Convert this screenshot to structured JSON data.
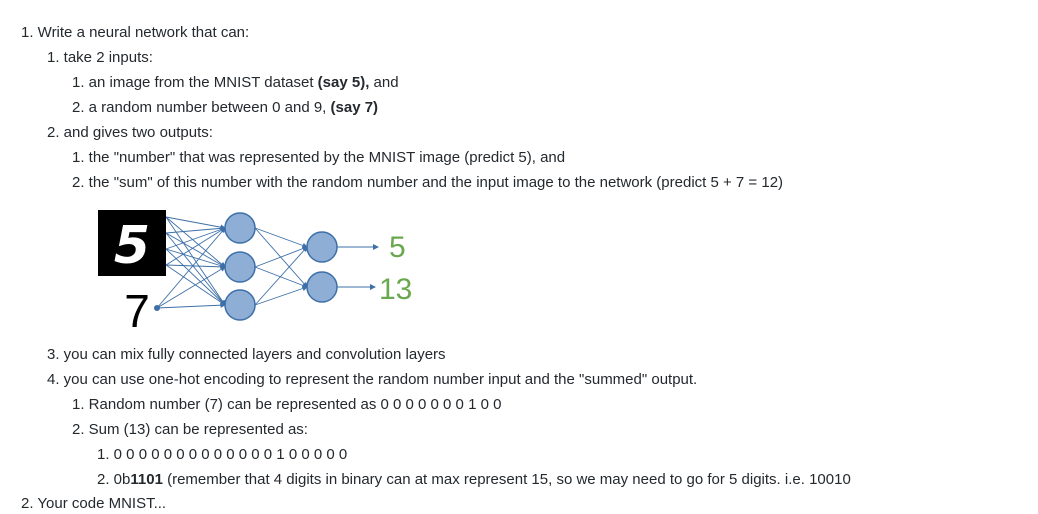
{
  "items": {
    "i1": "1. Write a neural network that can:",
    "i1_1": "1. take 2 inputs:",
    "i1_1_1_a": "1. an image from the MNIST dataset ",
    "i1_1_1_b": "(say 5),",
    "i1_1_1_c": " and",
    "i1_1_2_a": "2. a random number between 0 and 9, ",
    "i1_1_2_b": "(say 7)",
    "i1_2": "2. and gives two outputs:",
    "i1_2_1": "1. the \"number\" that was represented by the MNIST image (predict 5), and",
    "i1_2_2": "2. the \"sum\" of this number with the random number and the input image to the network (predict 5 + 7 = 12)",
    "i1_3": "3. you can mix fully connected layers and convolution layers",
    "i1_4": "4. you can use one-hot encoding to represent the random number input and the \"summed\" output.",
    "i1_4_1": "1. Random number (7) can be represented as 0 0 0 0 0 0 0 1 0 0",
    "i1_4_2": "2. Sum (13) can be represented as:",
    "i1_4_2_1": "1. 0 0 0 0 0 0 0 0 0 0 0 0 0 1 0 0 0 0 0",
    "i1_4_2_2_a": "2. 0b",
    "i1_4_2_2_b": "1101",
    "i1_4_2_2_c": " (remember that 4 digits in binary can at max represent 15, so we may need to go for 5 digits. i.e. 10010",
    "i2": "2. Your code MNIST..."
  },
  "diagram": {
    "input_digit_image": "5",
    "input_number": "7",
    "output_1": "5",
    "output_2": "13",
    "output_color": "#6aa84f",
    "node_fill": "#8eaed6",
    "node_stroke": "#3d6fa8",
    "edge_color": "#3d6fa8"
  }
}
